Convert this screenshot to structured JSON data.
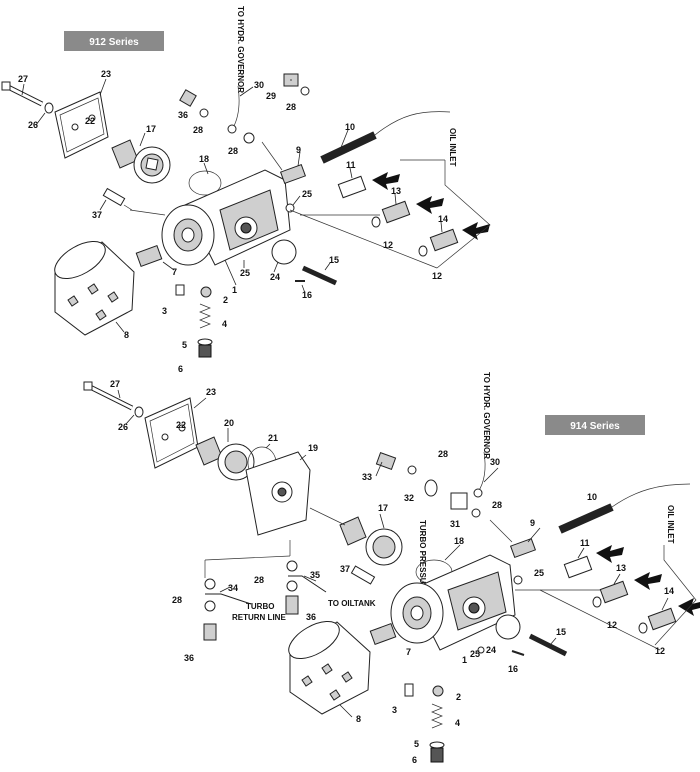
{
  "badges": {
    "s912": "912 Series",
    "s914": "914 Series"
  },
  "labels": {
    "hydr_top": "TO HYDR. GOVERNOR",
    "hydr_bot": "TO HYDR. GOVERNOR",
    "oil_inlet_top": "OIL INLET",
    "oil_inlet_bot": "OIL INLET",
    "turbo_pressure": "TURBO PRESSURE",
    "turbo_return_1": "TURBO",
    "turbo_return_2": "RETURN LINE",
    "to_oiltank": "TO OILTANK"
  },
  "callouts_912": {
    "n1": "1",
    "n2": "2",
    "n3": "3",
    "n4": "4",
    "n5": "5",
    "n6": "6",
    "n7": "7",
    "n8": "8",
    "n9": "9",
    "n10": "10",
    "n11": "11",
    "n12a": "12",
    "n12b": "12",
    "n13": "13",
    "n14": "14",
    "n15": "15",
    "n16": "16",
    "n17": "17",
    "n18": "18",
    "n22": "22",
    "n23": "23",
    "n24": "24",
    "n25a": "25",
    "n25b": "25",
    "n26": "26",
    "n27": "27",
    "n28a": "28",
    "n28b": "28",
    "n28c": "28",
    "n29": "29",
    "n30": "30",
    "n36": "36",
    "n37": "37"
  },
  "callouts_914": {
    "n1": "1",
    "n2": "2",
    "n3": "3",
    "n4": "4",
    "n5": "5",
    "n6": "6",
    "n7": "7",
    "n8": "8",
    "n9": "9",
    "n10": "10",
    "n11": "11",
    "n12a": "12",
    "n12b": "12",
    "n13": "13",
    "n14": "14",
    "n15": "15",
    "n16": "16",
    "n17": "17",
    "n18": "18",
    "n19": "19",
    "n20": "20",
    "n21": "21",
    "n22": "22",
    "n23": "23",
    "n24": "24",
    "n25a": "25",
    "n25b": "25",
    "n26": "26",
    "n27": "27",
    "n28a": "28",
    "n28b": "28",
    "n28c": "28",
    "n28d": "28",
    "n30": "30",
    "n31": "31",
    "n32": "32",
    "n33": "33",
    "n34": "34",
    "n35": "35",
    "n36a": "36",
    "n36b": "36",
    "n37": "37"
  },
  "colors": {
    "badge_bg": "#8a8a8a",
    "line": "#222222",
    "shade": "#cfcfcf"
  }
}
